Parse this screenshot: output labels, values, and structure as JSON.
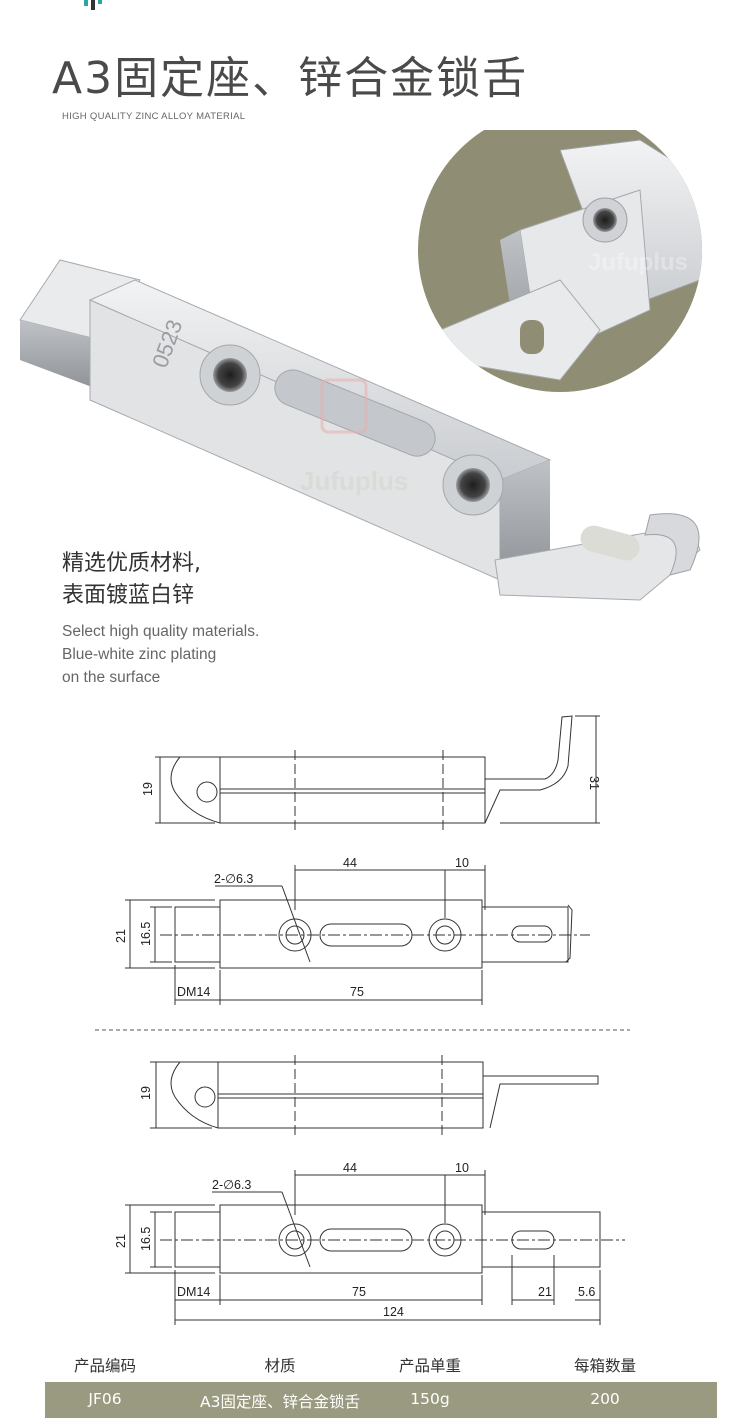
{
  "header": {
    "title": "A3固定座、锌合金锁舌",
    "subtitle": "HIGH QUALITY ZINC ALLOY MATERIAL"
  },
  "product_photo": {
    "part_marking": "0523",
    "watermark": "Jufuplus"
  },
  "features": {
    "cn_line1": "精选优质材料,",
    "cn_line2": "表面镀蓝白锌",
    "en_line1": "Select high quality materials.",
    "en_line2": "Blue-white zinc plating",
    "en_line3": "on the surface"
  },
  "drawing1": {
    "side_height": "19",
    "total_height": "31",
    "hole_label": "2-∅6.3",
    "hole_spacing": "44",
    "edge_offset": "10",
    "width": "21",
    "inner_width": "16.5",
    "thread_label": "DM14",
    "base_length": "75"
  },
  "drawing2": {
    "side_height": "19",
    "hole_label": "2-∅6.3",
    "hole_spacing": "44",
    "edge_offset": "10",
    "width": "21",
    "inner_width": "16.5",
    "thread_label": "DM14",
    "base_length": "75",
    "tongue_length": "21",
    "tongue_end": "5.6",
    "total_length": "124"
  },
  "specs": {
    "headers": [
      "产品编码",
      "材质",
      "产品单重",
      "每箱数量"
    ],
    "row": [
      "JF06",
      "A3固定座、锌合金锁舌",
      "150g",
      "200"
    ]
  },
  "colors": {
    "accent": "#9a9a80",
    "circle_bg": "#8f8e74",
    "metal": "#d8dadc"
  }
}
